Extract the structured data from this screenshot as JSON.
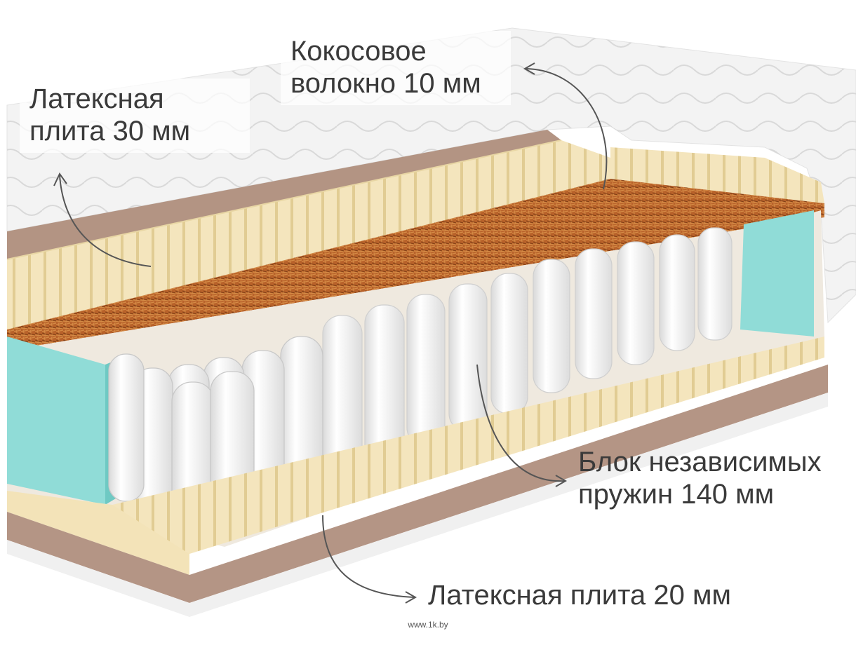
{
  "labels": {
    "latex_top": "Латексная\nплита 30 мм",
    "coconut": "Кокосовое\nволокно 10 мм",
    "springs": "Блок независимых\nпружин 140 мм",
    "latex_bottom": "Латексная плита  20 мм"
  },
  "watermark": "www.1k.by",
  "colors": {
    "cover": "#f2f2f2",
    "latex": "#f3e3b8",
    "coconut": "#b9652a",
    "foam_side": "#8fd9d6",
    "base_brown": "#b49585",
    "springs": "#f8f8f8"
  }
}
